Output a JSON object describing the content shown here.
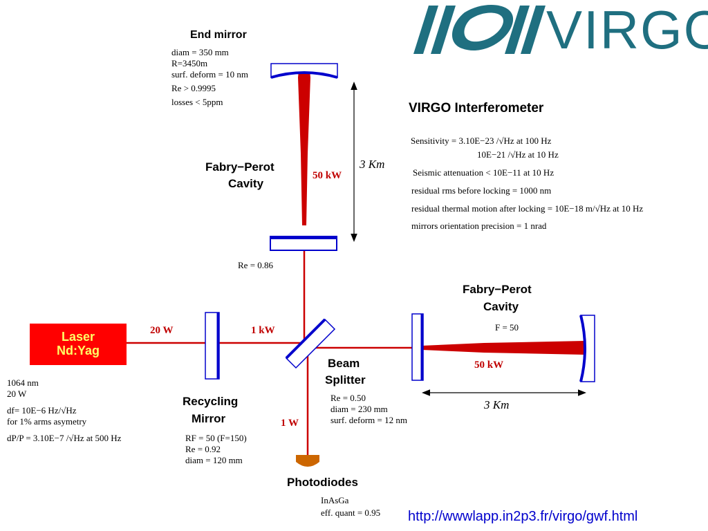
{
  "logo": {
    "text": "VIRGO",
    "color": "#1f6f80"
  },
  "colors": {
    "beam": "#cc0000",
    "optic": "#0000cc",
    "laser_fill": "#ff0000",
    "laser_text": "#ffff66",
    "detector": "#cc6600"
  },
  "title": "VIRGO Interferometer",
  "specs": [
    "Sensitivity = 3.10E−23  /√Hz at 100 Hz",
    "10E−21  /√Hz at 10 Hz",
    "Seismic attenuation < 10E−11 at 10 Hz",
    "residual rms before locking = 1000 nm",
    "residual thermal motion after locking = 10E−18 m/√Hz at 10 Hz",
    "mirrors orientation precision = 1 nrad"
  ],
  "end_mirror": {
    "title": "End mirror",
    "lines": [
      "diam = 350 mm",
      "R=3450m",
      "surf. deform = 10 nm",
      "Re > 0.9995",
      "losses < 5ppm"
    ]
  },
  "cavity_north": {
    "title_line1": "Fabry−Perot",
    "title_line2": "Cavity",
    "power": "50 kW",
    "length": "3 Km"
  },
  "input_mirror_north": {
    "reflectivity": "Re = 0.86"
  },
  "cavity_east": {
    "title_line1": "Fabry−Perot",
    "title_line2": "Cavity",
    "finesse": "F = 50",
    "power": "50 kW",
    "length": "3 Km"
  },
  "laser": {
    "line1": "Laser",
    "line2": "Nd:Yag",
    "lines": [
      "1064 nm",
      "20 W",
      "df= 10E−6 Hz/√Hz",
      "for 1% arms asymetry",
      "dP/P = 3.10E−7 /√Hz at 500 Hz"
    ]
  },
  "powers": {
    "laser_out": "20 W",
    "recycled": "1 kW",
    "detected": "1 W"
  },
  "recycling_mirror": {
    "title_line1": "Recycling",
    "title_line2": "Mirror",
    "lines": [
      "RF = 50 (F=150)",
      "Re = 0.92",
      "diam = 120 mm"
    ]
  },
  "beam_splitter": {
    "title_line1": "Beam",
    "title_line2": "Splitter",
    "lines": [
      "Re = 0.50",
      "diam = 230 mm",
      "surf. deform = 12 nm"
    ]
  },
  "photodiodes": {
    "title": "Photodiodes",
    "lines": [
      "InAsGa",
      "eff. quant = 0.95"
    ]
  },
  "url": "http://wwwlapp.in2p3.fr/virgo/gwf.html"
}
